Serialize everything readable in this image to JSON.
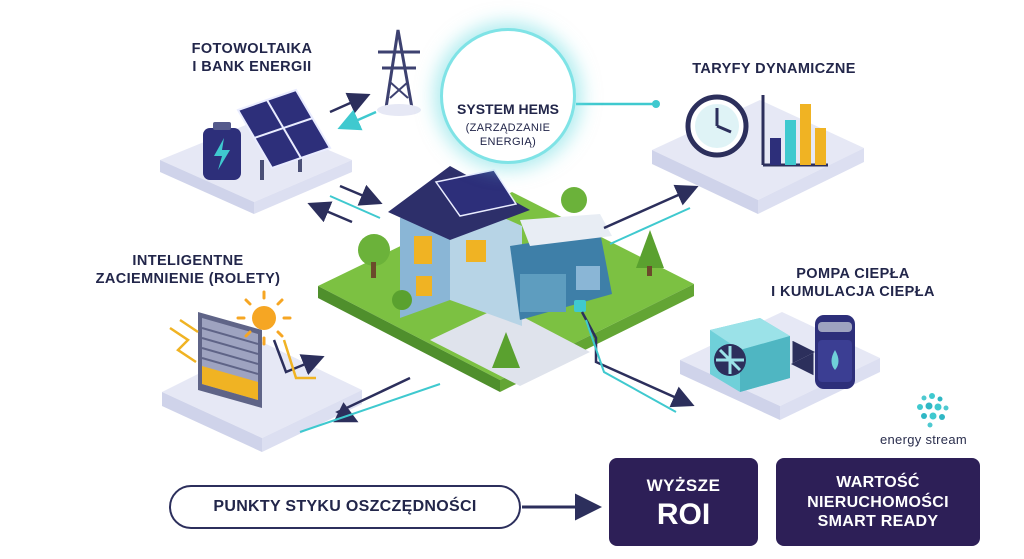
{
  "hems": {
    "title": "SYSTEM HEMS",
    "subtitle": "(ZARZĄDZANIE\nENERGIĄ)"
  },
  "nodes": {
    "pv": {
      "label": "FOTOWOLTAIKA\nI BANK ENERGII"
    },
    "tariffs": {
      "label": "TARYFY DYNAMICZNE"
    },
    "blinds": {
      "label": "INTELIGENTNE\nZACIEMNIENIE (ROLETY)"
    },
    "heatpump": {
      "label": "POMPA CIEPŁA\nI KUMULACJA CIEPŁA"
    }
  },
  "bottom": {
    "pill_label": "PUNKTY STYKU OSZCZĘDNOŚCI",
    "roi_line1": "WYŻSZE",
    "roi_line2": "ROI",
    "value_label": "WARTOŚĆ\nNIERUCHOMOŚCI\nSMART READY"
  },
  "brand": {
    "name": "energy stream"
  },
  "colors": {
    "navy": "#2d1f57",
    "teal": "#3fc9cf",
    "grass": "#7cc142",
    "platform": "#eceefa"
  }
}
